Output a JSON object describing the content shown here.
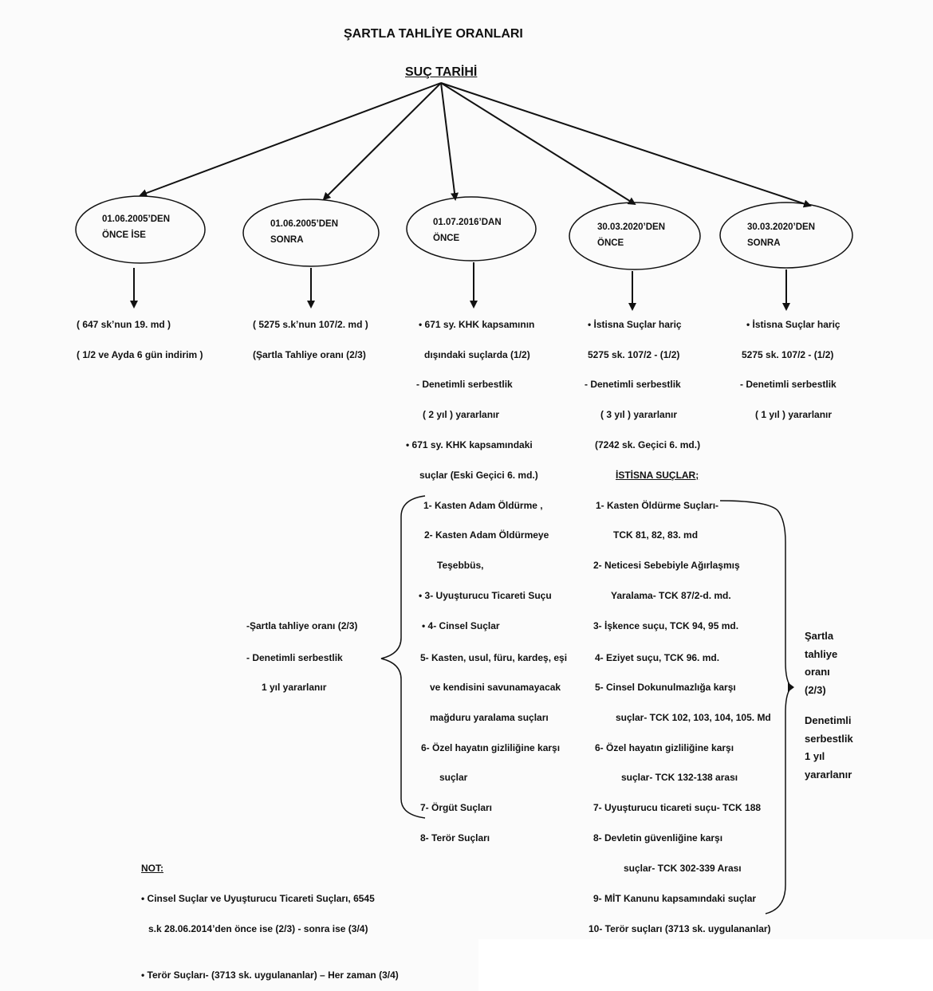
{
  "title": "ŞARTLA TAHLİYE ORANLARI",
  "subtitle": "SUÇ TARİHİ",
  "nodes": [
    {
      "line1": "01.06.2005’DEN",
      "line2": "ÖNCE İSE"
    },
    {
      "line1": "01.06.2005’DEN",
      "line2": "SONRA"
    },
    {
      "line1": "01.07.2016’DAN",
      "line2": "ÖNCE"
    },
    {
      "line1": "30.03.2020’DEN",
      "line2": "ÖNCE"
    },
    {
      "line1": "30.03.2020’DEN",
      "line2": "SONRA"
    }
  ],
  "col1": [
    "( 647 sk’nun 19. md )",
    "( 1/2 ve Ayda 6 gün indirim )"
  ],
  "col2": [
    "( 5275 s.k’nun 107/2. md )",
    "(Şartla Tahliye oranı (2/3)"
  ],
  "col3": [
    "• 671 sy. KHK kapsamının",
    "dışındaki suçlarda  (1/2)",
    "- Denetimli serbestlik",
    "( 2 yıl ) yararlanır",
    "• 671 sy. KHK kapsamındaki",
    "suçlar (Eski Geçici 6. md.)"
  ],
  "col3_exceptions": [
    "1- Kasten Adam Öldürme ,",
    "2- Kasten Adam Öldürmeye",
    "Teşebbüs,",
    "• 3- Uyuşturucu Ticareti Suçu",
    "• 4- Cinsel Suçlar",
    "5- Kasten, usul, füru, kardeş, eşi",
    "ve kendisini savunamayacak",
    "mağduru yaralama suçları",
    "6- Özel hayatın gizliliğine karşı",
    "suçlar",
    "7- Örgüt Suçları",
    "8- Terör Suçları"
  ],
  "left_brace_text": [
    "-Şartla tahliye oranı (2/3)",
    "-  Denetimli serbestlik",
    "1 yıl yararlanır"
  ],
  "col4": [
    "• İstisna Suçlar hariç",
    "5275  sk. 107/2 - (1/2)",
    "- Denetimli serbestlik",
    "( 3 yıl ) yararlanır",
    "(7242 sk. Geçici 6. md.)",
    "İSTİSNA SUÇLAR;"
  ],
  "col4_exceptions": [
    "1- Kasten Öldürme Suçları-",
    "TCK  81, 82, 83. md",
    "2- Neticesi Sebebiyle Ağırlaşmış",
    "Yaralama- TCK 87/2-d. md.",
    "3- İşkence suçu, TCK 94, 95 md.",
    "4- Eziyet suçu, TCK 96. md.",
    "5- Cinsel Dokunulmazlığa karşı",
    "suçlar- TCK 102, 103, 104, 105. Md",
    "6- Özel hayatın gizliliğine karşı",
    "suçlar- TCK 132-138 arası",
    "7- Uyuşturucu ticareti suçu- TCK 188",
    "8- Devletin güvenliğine karşı",
    "suçlar- TCK 302-339 Arası",
    "9- MİT Kanunu kapsamındaki suçlar",
    "10- Terör suçları (3713 sk. uygulananlar)"
  ],
  "col5": [
    "• İstisna Suçlar hariç",
    "5275  sk. 107/2 - (1/2)",
    "- Denetimli serbestlik",
    "( 1 yıl ) yararlanır"
  ],
  "right_brace_text": [
    "Şartla",
    "tahliye",
    "oranı",
    "(2/3)",
    "",
    "Denetimli",
    "serbestlik",
    "1 yıl",
    "yararlanır"
  ],
  "note": {
    "title": "NOT:",
    "lines": [
      "• Cinsel Suçlar ve Uyuşturucu Ticareti Suçları,  6545",
      "s.k 28.06.2014’den önce ise (2/3) - sonra ise (3/4)",
      "• Terör Suçları- (3713 sk. uygulananlar) – Her zaman (3/4)"
    ]
  },
  "colors": {
    "ink": "#111111",
    "background": "#fbfbfb"
  }
}
